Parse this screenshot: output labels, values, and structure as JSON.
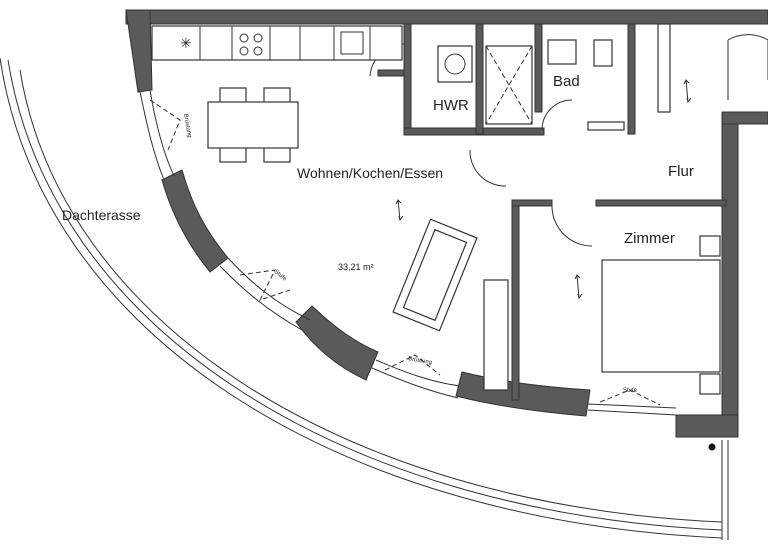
{
  "plan": {
    "rooms": {
      "terrace": "Dachterasse",
      "living": "Wohnen/Kochen/Essen",
      "living_area": "33,21 m²",
      "utility": "HWR",
      "bath": "Bad",
      "hall": "Flur",
      "bedroom": "Zimmer"
    },
    "annotations": {
      "parapet_1": "Brüstung",
      "parapet_2": "Brüstung",
      "step_1": "Stufe",
      "step_2": "Stufe"
    },
    "colors": {
      "wall": "#5a5a5c",
      "line": "#333333",
      "background": "#ffffff"
    }
  }
}
